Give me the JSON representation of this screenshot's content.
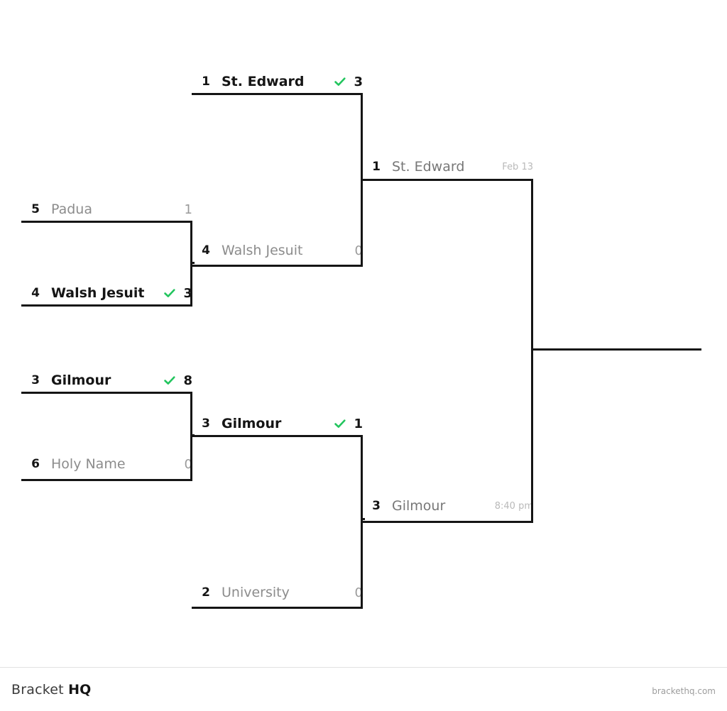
{
  "bracket": {
    "check_color": "#22c55e",
    "line_color": "#151515",
    "rounds": [
      {
        "name": "round-1",
        "matches": [
          {
            "id": "r1-m1",
            "teams": [
              {
                "seed": "5",
                "name": "Padua",
                "score": "1",
                "winner": false
              },
              {
                "seed": "4",
                "name": "Walsh Jesuit",
                "score": "3",
                "winner": true
              }
            ]
          },
          {
            "id": "r1-m2",
            "teams": [
              {
                "seed": "3",
                "name": "Gilmour",
                "score": "8",
                "winner": true
              },
              {
                "seed": "6",
                "name": "Holy Name",
                "score": "0",
                "winner": false
              }
            ]
          }
        ]
      },
      {
        "name": "quarterfinals",
        "matches": [
          {
            "id": "r2-m1",
            "teams": [
              {
                "seed": "1",
                "name": "St. Edward",
                "score": "3",
                "winner": true
              },
              {
                "seed": "4",
                "name": "Walsh Jesuit",
                "score": "0",
                "winner": false
              }
            ]
          },
          {
            "id": "r2-m2",
            "teams": [
              {
                "seed": "3",
                "name": "Gilmour",
                "score": "1",
                "winner": true
              },
              {
                "seed": "2",
                "name": "University",
                "score": "0",
                "winner": false
              }
            ]
          }
        ]
      },
      {
        "name": "semifinals",
        "matches": [
          {
            "id": "r3-m1",
            "teams": [
              {
                "seed": "1",
                "name": "St. Edward",
                "meta": "Feb 13",
                "winner": false,
                "pending": true
              }
            ]
          },
          {
            "id": "r3-m2",
            "teams": [
              {
                "seed": "3",
                "name": "Gilmour",
                "meta": "8:40 pm",
                "winner": false,
                "pending": true
              }
            ]
          }
        ]
      }
    ]
  },
  "footer": {
    "brand_light": "Bracket",
    "brand_bold": "HQ",
    "url": "brackethq.com"
  }
}
